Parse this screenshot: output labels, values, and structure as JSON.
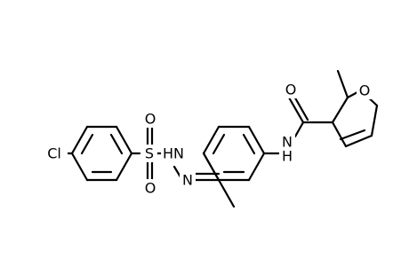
{
  "diagram": {
    "atom_labels": {
      "cl": "Cl",
      "s": "S",
      "o_sulfonyl_top": "O",
      "o_sulfonyl_bottom": "O",
      "nh_sulfonamide": "HN",
      "n_hydrazone": "N",
      "nh_amide": "N",
      "h_amide": "H",
      "o_carbonyl": "O",
      "o_furan": "O"
    },
    "colors": {
      "bond": "#000000",
      "text": "#000000",
      "background": "#ffffff"
    }
  }
}
